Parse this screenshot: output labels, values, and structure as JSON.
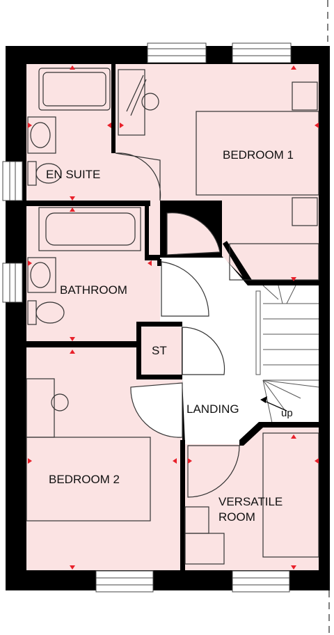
{
  "colors": {
    "wall": "#000000",
    "room_fill": "#fbe3e3",
    "landing_fill": "#ffffff",
    "marker": "#e8202a",
    "fixture_stroke": "#333333"
  },
  "rooms": {
    "bedroom1": "BEDROOM 1",
    "ensuite": "EN SUITE",
    "bathroom": "BATHROOM",
    "store": "ST",
    "landing": "LANDING",
    "bedroom2": "BEDROOM 2",
    "versatile_line1": "VERSATILE",
    "versatile_line2": "ROOM"
  },
  "stairs": {
    "direction_label": "up"
  }
}
